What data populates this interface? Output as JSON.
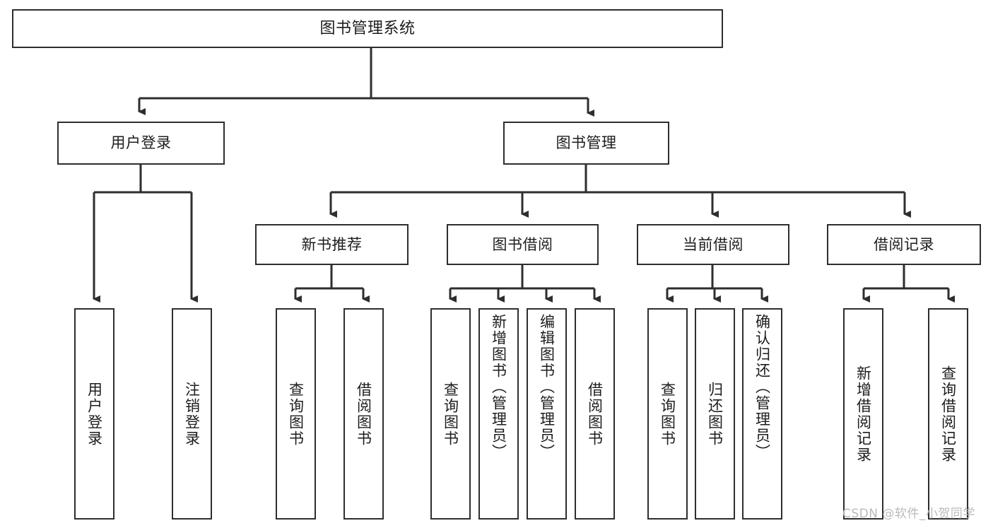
{
  "diagram": {
    "title": "图书管理系统",
    "type": "功能结构图",
    "watermark": "CSDN @软件_小贺同学",
    "colors": {
      "box_border": "#2e2e2e",
      "box_fill": "#ffffff",
      "edge": "#2e2e2e",
      "text": "#1d1d1d",
      "watermark": "#b9b9b9",
      "background": "#ffffff"
    }
  },
  "nodes": {
    "root": {
      "label": "图书管理系统"
    },
    "level1": [
      {
        "id": "user-login",
        "label": "用户登录"
      },
      {
        "id": "book-management",
        "label": "图书管理"
      }
    ],
    "level2": [
      {
        "id": "new-book-recommend",
        "label": "新书推荐"
      },
      {
        "id": "book-borrow",
        "label": "图书借阅"
      },
      {
        "id": "current-borrow",
        "label": "当前借阅"
      },
      {
        "id": "borrow-record",
        "label": "借阅记录"
      }
    ],
    "leaves": {
      "user_login": [
        {
          "id": "leaf-user-login",
          "label": "用户登录"
        },
        {
          "id": "leaf-user-logout",
          "label": "注销登录"
        }
      ],
      "new_book_recommend": [
        {
          "id": "leaf-query-book-1",
          "label": "查询图书"
        },
        {
          "id": "leaf-borrow-book-1",
          "label": "借阅图书"
        }
      ],
      "book_borrow": [
        {
          "id": "leaf-query-book-2",
          "label": "查询图书"
        },
        {
          "id": "leaf-add-book",
          "label": "新增图书（管理员）"
        },
        {
          "id": "leaf-edit-book",
          "label": "编辑图书（管理员）"
        },
        {
          "id": "leaf-borrow-book-2",
          "label": "借阅图书"
        }
      ],
      "current_borrow": [
        {
          "id": "leaf-query-book-3",
          "label": "查询图书"
        },
        {
          "id": "leaf-return-book",
          "label": "归还图书"
        },
        {
          "id": "leaf-confirm-return",
          "label": "确认归还（管理员）"
        }
      ],
      "borrow_record": [
        {
          "id": "leaf-add-record",
          "label": "新增借阅记录"
        },
        {
          "id": "leaf-query-record",
          "label": "查询借阅记录"
        }
      ]
    }
  }
}
